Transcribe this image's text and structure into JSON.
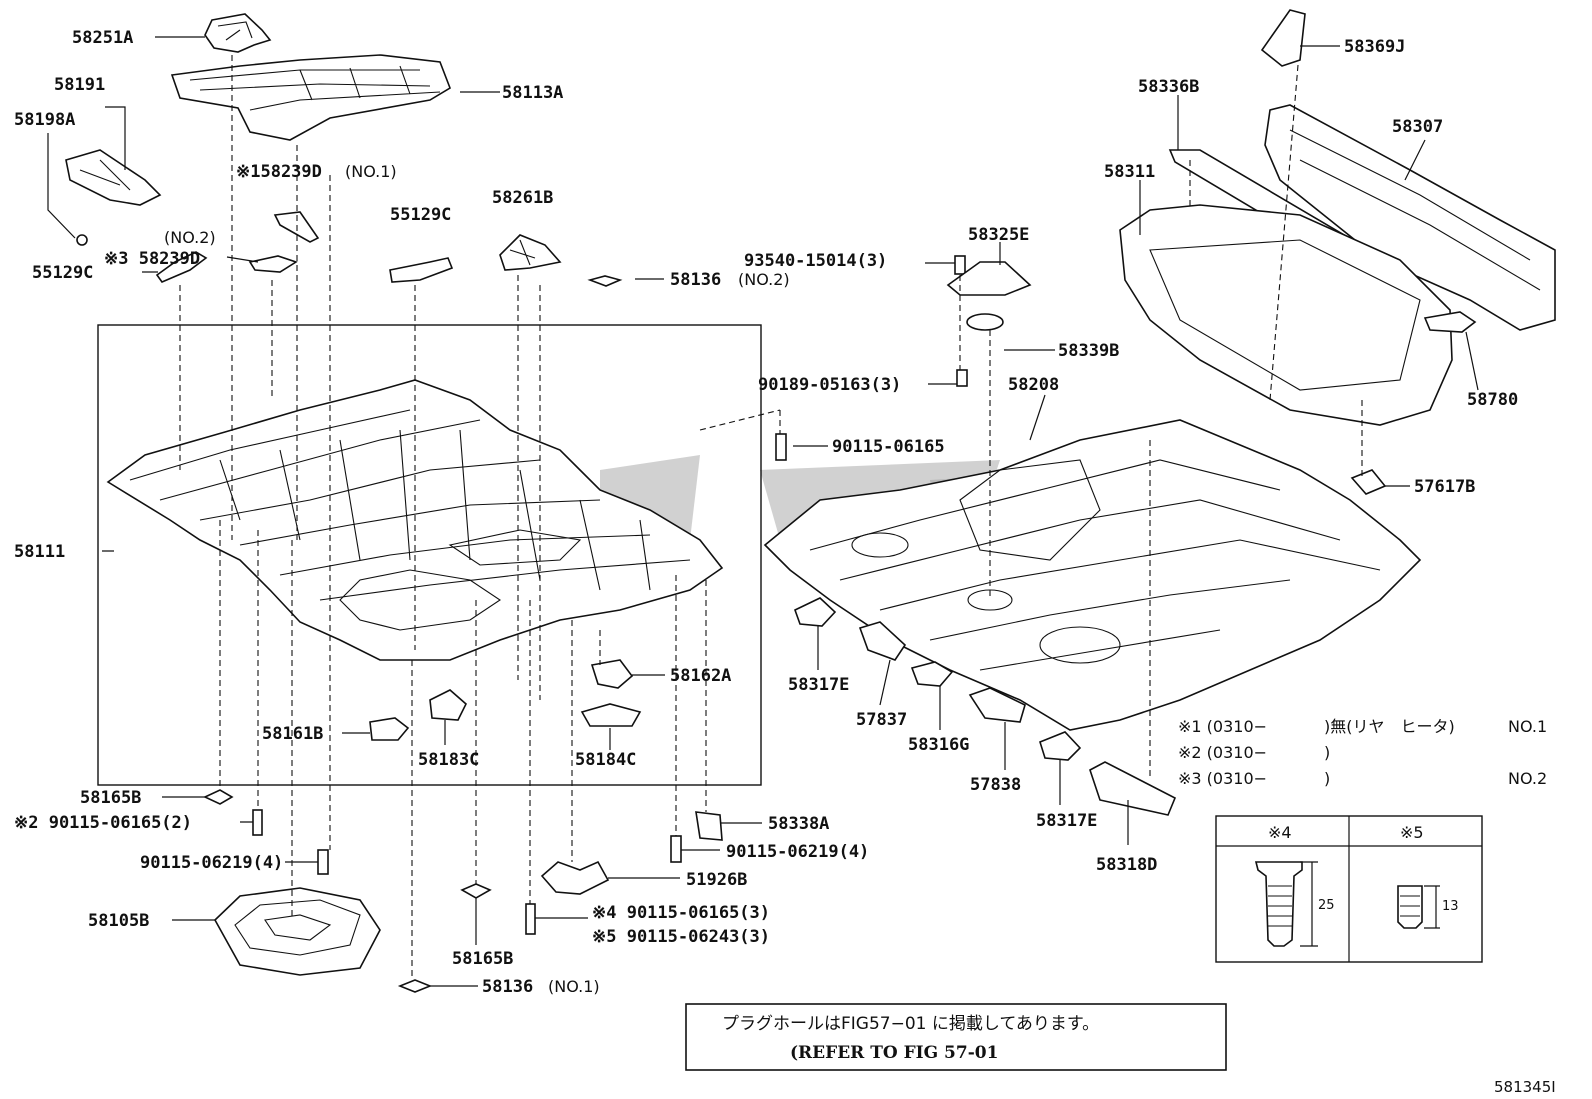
{
  "labels": {
    "l58251A": "58251A",
    "l58113A": "58113A",
    "l58191": "58191",
    "l58198A": "58198A",
    "l58239D1": "※158239D",
    "l58239D1_no": "(NO.1)",
    "l55129C_top": "55129C",
    "l58261B": "58261B",
    "l58239D3_no": "(NO.2)",
    "l58239D3": "※3 58239D",
    "l55129C_left": "55129C",
    "l58136_no2": "58136",
    "l58136_no2_suffix": "(NO.2)",
    "l58111": "58111",
    "l58162A": "58162A",
    "l58161B": "58161B",
    "l58183C": "58183C",
    "l58184C": "58184C",
    "l58165B_left": "58165B",
    "l90115_06165_2": "※2 90115-06165(2)",
    "l90115_06219_4_left": "90115-06219(4)",
    "l58105B": "58105B",
    "l58338A": "58338A",
    "l90115_06219_4_right": "90115-06219(4)",
    "l51926B": "51926B",
    "l90115_06165_3": "※4 90115-06165(3)",
    "l90115_06243_3": "※5 90115-06243(3)",
    "l58165B_bottom": "58165B",
    "l58136_no1": "58136",
    "l58136_no1_suffix": "(NO.1)",
    "l58369J": "58369J",
    "l58336B": "58336B",
    "l58307": "58307",
    "l58311": "58311",
    "l93540": "93540-15014(3)",
    "l58325E": "58325E",
    "l58339B": "58339B",
    "l90189": "90189-05163(3)",
    "l58208": "58208",
    "l90115_06165_r": "90115-06165",
    "l58780": "58780",
    "l57617B": "57617B",
    "l58317E_a": "58317E",
    "l57837": "57837",
    "l58316G": "58316G",
    "l57838": "57838",
    "l58317E_b": "58317E",
    "l58318D": "58318D"
  },
  "notes": {
    "n1_mark": "※1 (0310−",
    "n1_text": ")無(リヤ　ヒータ)",
    "n1_no": "NO.1",
    "n2_mark": "※2 (0310−",
    "n2_text": ")",
    "n3_mark": "※3 (0310−",
    "n3_text": ")",
    "n3_no": "NO.2"
  },
  "clip_table": {
    "col4_header": "※4",
    "col5_header": "※5",
    "col4_dim": "25",
    "col5_dim": "13"
  },
  "reference_box": {
    "line1": "プラグホールはFIG57−01 に掲載してあります。",
    "line2": "(REFER TO FIG  57-01"
  },
  "figure_id": "581345I",
  "colors": {
    "ink": "#111111",
    "watermark": "#9a9a9a"
  }
}
